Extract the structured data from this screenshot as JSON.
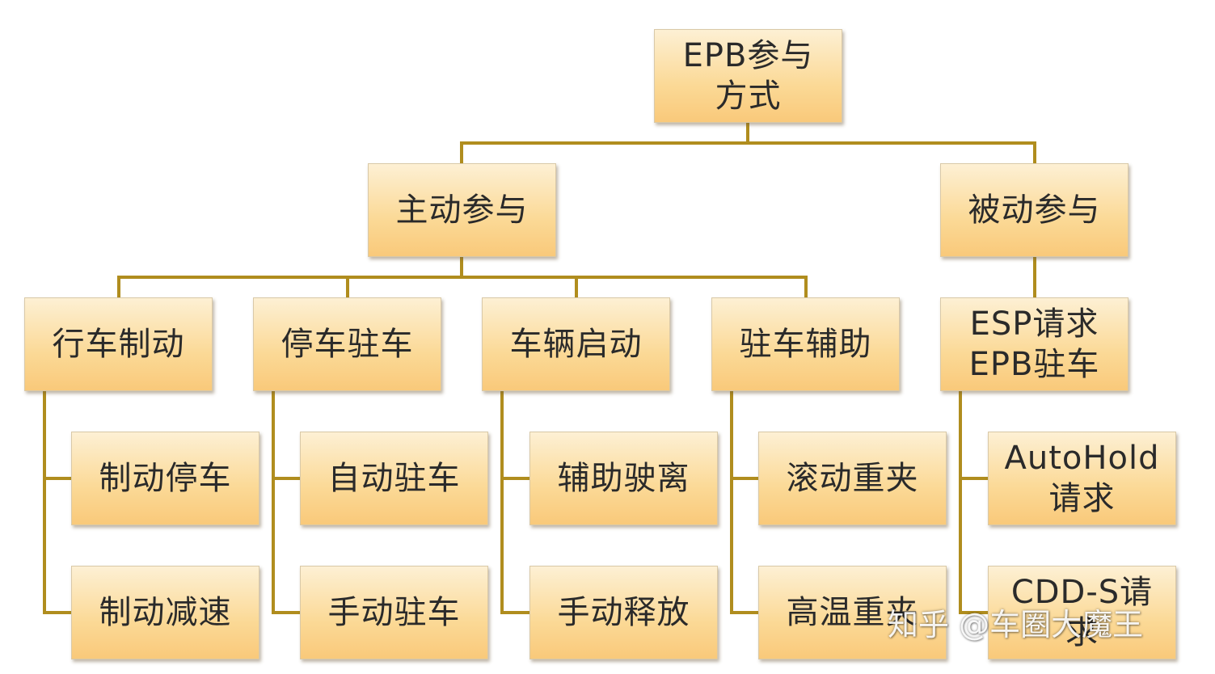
{
  "colors": {
    "connector": "#b08d1e",
    "node_top": "#fdf0d4",
    "node_bottom": "#f9c97a"
  },
  "nodes": {
    "root": "EPB参与\n方式",
    "active": "主动参与",
    "passive": "被动参与",
    "service_brake": "行车制动",
    "parking": "停车驻车",
    "vehicle_start": "车辆启动",
    "parking_assist": "驻车辅助",
    "esp_request": "ESP请求\nEPB驻车",
    "brake_stop": "制动停车",
    "brake_decel": "制动减速",
    "auto_park": "自动驻车",
    "manual_park": "手动驻车",
    "assist_drive_off": "辅助驶离",
    "manual_release": "手动释放",
    "roll_reclamp": "滚动重夹",
    "hightemp_reclamp": "高温重夹",
    "autohold_request": "AutoHold\n请求",
    "cdds_request": "CDD-S请\n求"
  },
  "watermark": "知乎 @车圈大魔王"
}
